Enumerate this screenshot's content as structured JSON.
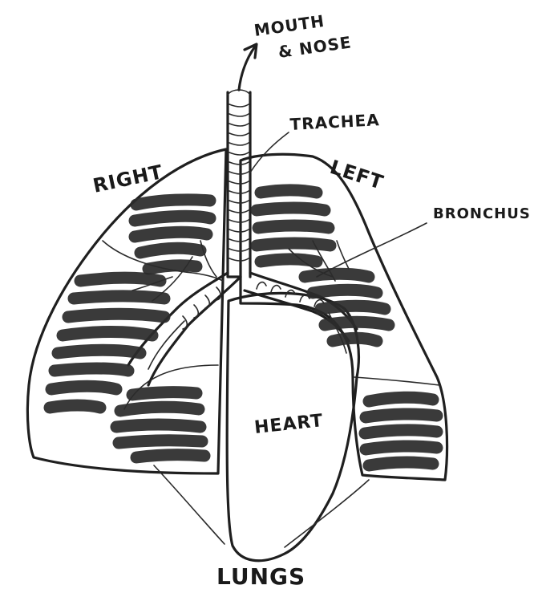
{
  "labels": {
    "mouth_line1": "MOUTH",
    "mouth_line2": "& NOSE",
    "trachea": "TRACHEA",
    "right": "RIGHT",
    "left": "LEFT",
    "bronchus": "BRONCHUS",
    "heart": "HEART",
    "lungs": "LUNGS"
  },
  "colors": {
    "ink": "#1f1f1f",
    "background": "#ffffff"
  }
}
